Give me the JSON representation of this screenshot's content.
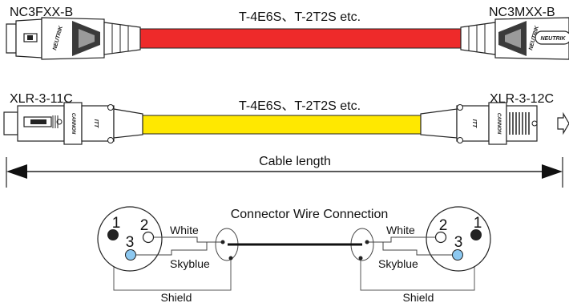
{
  "cables": [
    {
      "left_connector": "NC3FXX-B",
      "right_connector": "NC3MXX-B",
      "cable_type": "T-4E6S、T-2T2S  etc.",
      "cable_color": "#ee2a2a",
      "brand_left": "NEUTRIK",
      "brand_right": "NEUTRIK",
      "brand_badge": "NEUTRIK"
    },
    {
      "left_connector": "XLR-3-11C",
      "right_connector": "XLR-3-12C",
      "cable_type": "T-4E6S、T-2T2S  etc.",
      "cable_color": "#ffe800",
      "brand_left_a": "CANNON",
      "brand_left_b": "ITT",
      "brand_right_a": "ITT",
      "brand_right_b": "CANNON"
    }
  ],
  "dimension": {
    "label": "Cable length"
  },
  "wiring": {
    "title": "Connector Wire Connection",
    "left_pins": [
      "1",
      "2",
      "3"
    ],
    "right_pins": [
      "2",
      "1",
      "3"
    ],
    "wire_white": "White",
    "wire_skyblue": "Skyblue",
    "shield_left": "Shield",
    "shield_right": "Shield",
    "skyblue_color": "#8cc8f0"
  }
}
